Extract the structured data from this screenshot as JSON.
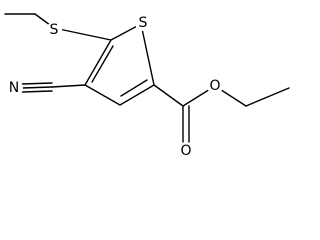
{
  "molecule": {
    "atoms": {
      "sulfur_methylthio": "S",
      "sulfur_ring": "S",
      "nitrogen_nitrile": "N",
      "oxygen_ester": "O",
      "oxygen_carbonyl": "O"
    }
  },
  "colors": {
    "bond": "#000000",
    "label": "#000000",
    "background": "#ffffff"
  }
}
